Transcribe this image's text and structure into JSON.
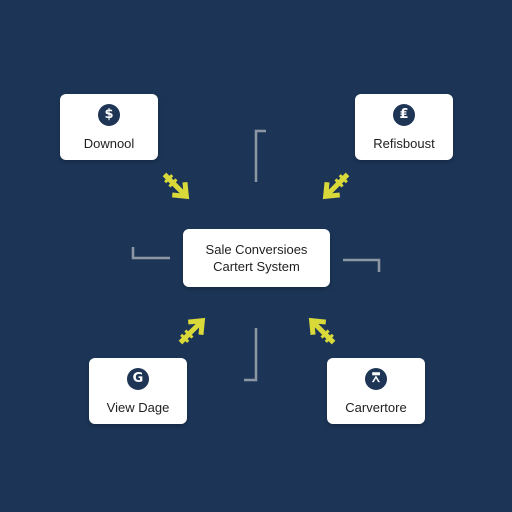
{
  "colors": {
    "background": "#1c3557",
    "node_fill": "#ffffff",
    "arrow": "#d9d93a",
    "bracket": "#8d97a3",
    "icon_badge": "#1f3556"
  },
  "center_node": {
    "line1": "Sale Conversioes",
    "line2": "Cartert System"
  },
  "nodes": {
    "top_left": {
      "label": "Downool",
      "icon": "dollar-icon",
      "glyph": "$"
    },
    "top_right": {
      "label": "Refisboust",
      "icon": "document-icon",
      "glyph": "₤"
    },
    "bottom_left": {
      "label": "View Dage",
      "icon": "page-icon",
      "glyph": "G"
    },
    "bottom_right": {
      "label": "Carvertore",
      "icon": "tower-icon",
      "glyph": "⩞"
    }
  }
}
